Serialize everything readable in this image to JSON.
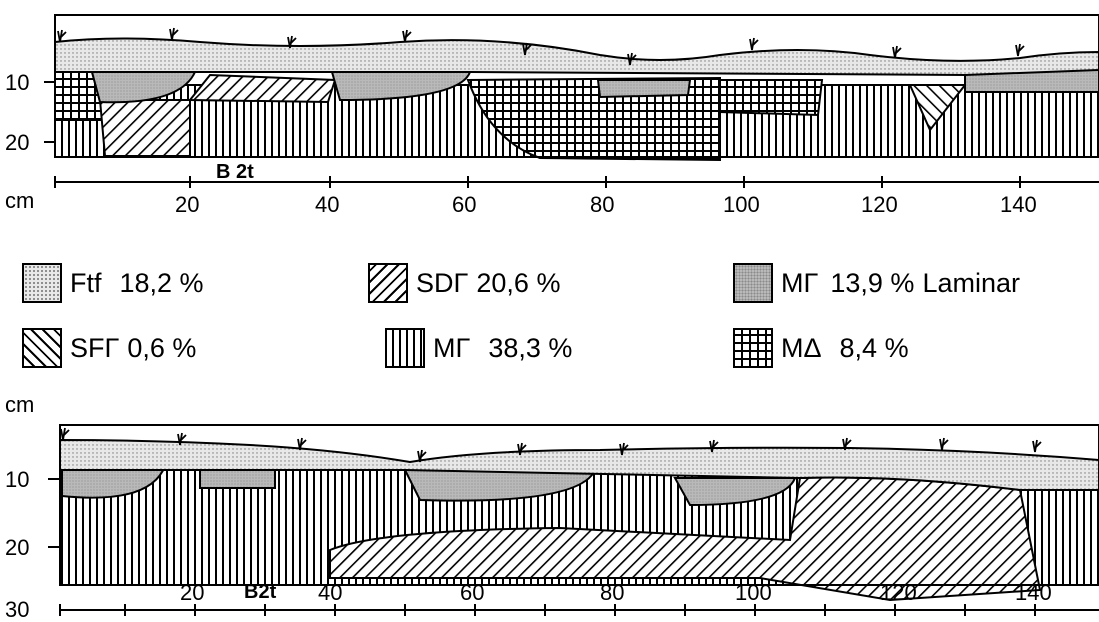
{
  "top_profile": {
    "depth_ticks": [
      "10",
      "20"
    ],
    "unit": "cm",
    "x_ticks": [
      "20",
      "40",
      "60",
      "80",
      "100",
      "120",
      "140"
    ],
    "horizon_label": "B 2t"
  },
  "legend": [
    {
      "label": "Ftf",
      "value": "18,2 %",
      "suffix": "",
      "pattern": "dotted"
    },
    {
      "label": "SDΓ",
      "value": "20,6 %",
      "suffix": "",
      "pattern": "diagonal-up"
    },
    {
      "label": "MΓ",
      "value": "13,9 %",
      "suffix": "Laminar",
      "pattern": "grey-laminar"
    },
    {
      "label": "SFΓ",
      "value": "0,6 %",
      "suffix": "",
      "pattern": "diagonal-down"
    },
    {
      "label": "MΓ",
      "value": "38,3 %",
      "suffix": "",
      "pattern": "vertical"
    },
    {
      "label": "MΔ",
      "value": "8,4 %",
      "suffix": "",
      "pattern": "grid"
    }
  ],
  "bottom_profile": {
    "unit": "cm",
    "depth_ticks": [
      "10",
      "20",
      "30"
    ],
    "x_ticks": [
      "20",
      "40",
      "60",
      "80",
      "100",
      "120",
      "140"
    ],
    "horizon_label": "B2t"
  },
  "colors": {
    "line": "#000000",
    "fill_light": "#e8e8e8",
    "fill_grey": "#b9b9b9"
  }
}
